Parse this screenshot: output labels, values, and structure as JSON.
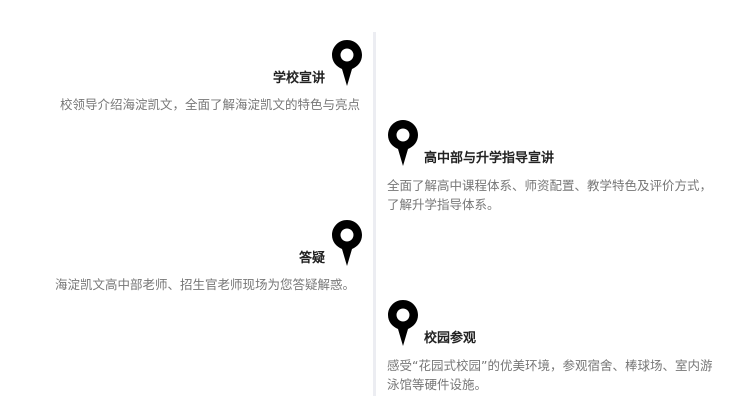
{
  "timeline": {
    "items": [
      {
        "side": "left",
        "title": "学校宣讲",
        "description": "校领导介绍海淀凯文，全面了解海淀凯文的特色与亮点",
        "icon": "map-pin-icon"
      },
      {
        "side": "right",
        "title": "高中部与升学指导宣讲",
        "description": "全面了解高中课程体系、师资配置、教学特色及评价方式，了解升学指导体系。",
        "icon": "map-pin-icon"
      },
      {
        "side": "left",
        "title": "答疑",
        "description": "海淀凯文高中部老师、招生官老师现场为您答疑解惑。",
        "icon": "map-pin-icon"
      },
      {
        "side": "right",
        "title": "校园参观",
        "description": "感受“花园式校园”的优美环境，参观宿舍、棒球场、室内游泳馆等硬件设施。",
        "icon": "map-pin-icon"
      }
    ]
  },
  "colors": {
    "pin": "#000000",
    "title": "#222222",
    "description": "#777777",
    "line": "#ecedf2"
  }
}
